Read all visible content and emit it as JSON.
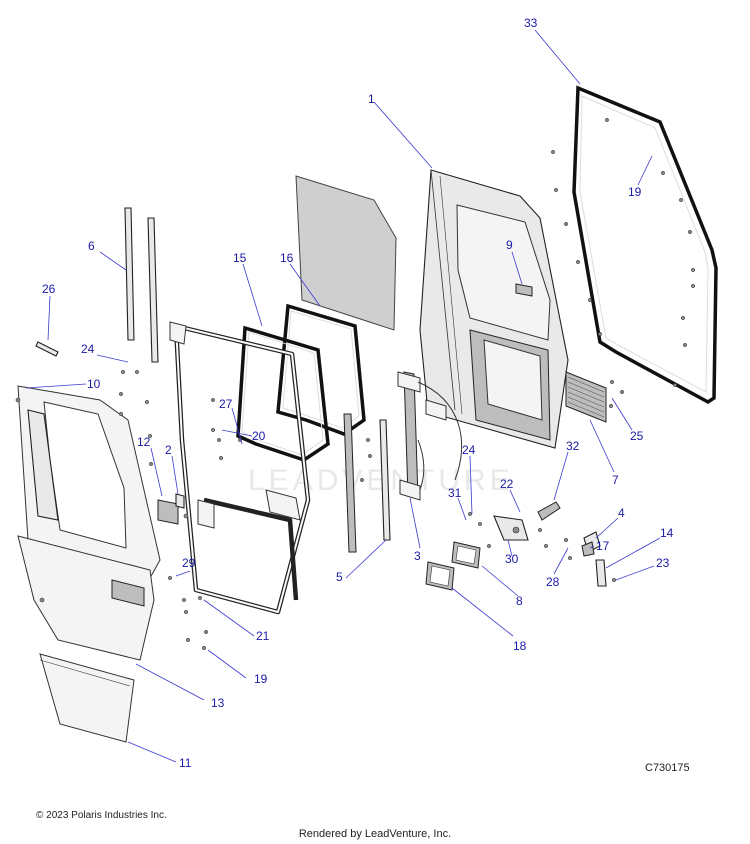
{
  "watermark": "LEADVENTURE",
  "diagram_code": "C730175",
  "copyright": "© 2023 Polaris Industries Inc.",
  "rendered_by": "Rendered by LeadVenture, Inc.",
  "callouts": {
    "c1": "1",
    "c2": "2",
    "c3": "3",
    "c4": "4",
    "c5": "5",
    "c6": "6",
    "c7": "7",
    "c8": "8",
    "c9": "9",
    "c10": "10",
    "c11": "11",
    "c12": "12",
    "c13": "13",
    "c14": "14",
    "c15": "15",
    "c16": "16",
    "c17": "17",
    "c18": "18",
    "c19a": "19",
    "c19b": "19",
    "c20": "20",
    "c21": "21",
    "c22": "22",
    "c23": "23",
    "c24a": "24",
    "c24b": "24",
    "c25": "25",
    "c26": "26",
    "c27": "27",
    "c28": "28",
    "c29": "29",
    "c30": "30",
    "c31": "31",
    "c32": "32",
    "c33": "33"
  },
  "colors": {
    "callout": "#1a1aa6",
    "leader": "#3a3ad0"
  }
}
